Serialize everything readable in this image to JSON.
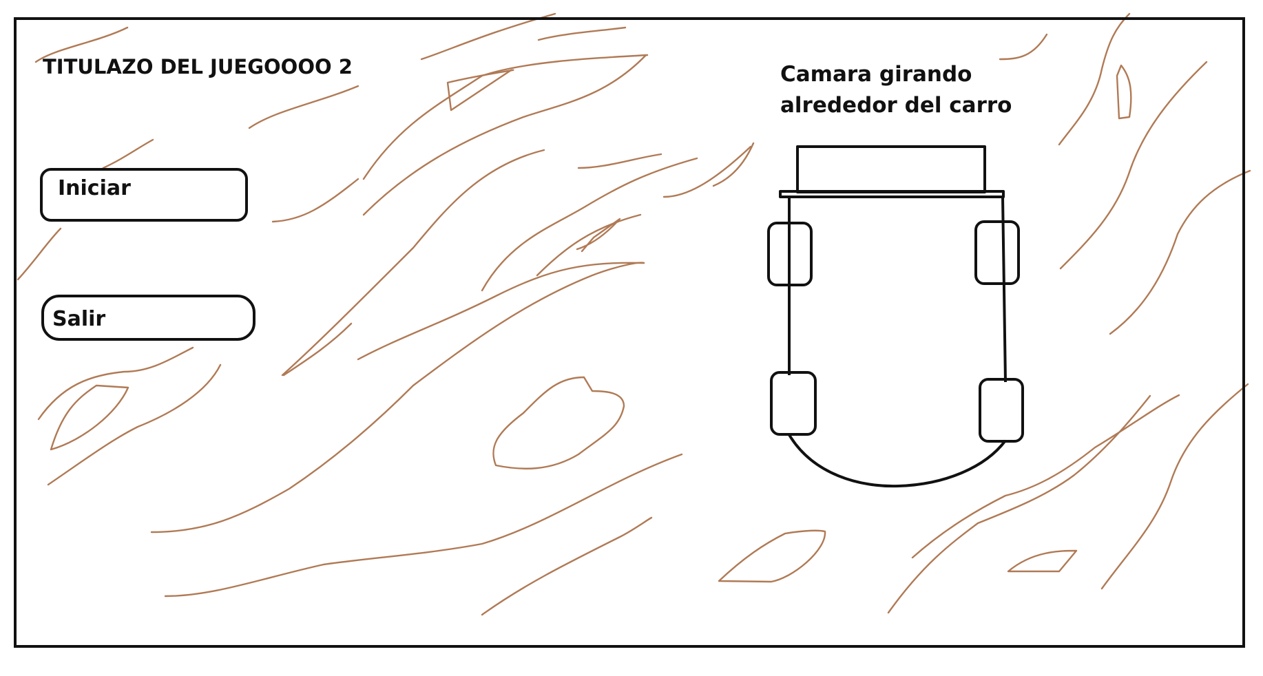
{
  "screen": {
    "name": "main-menu",
    "game_title": "TITULAZO DEL JUEGOOOO 2"
  },
  "menu": {
    "start_label": "Iniciar",
    "exit_label": "Salir"
  },
  "preview": {
    "note_line1": "Camara girando",
    "note_line2": "alrededor del carro"
  },
  "colors": {
    "frame": "#111111",
    "terrain_strokes": "#b07a55",
    "background": "#ffffff"
  }
}
